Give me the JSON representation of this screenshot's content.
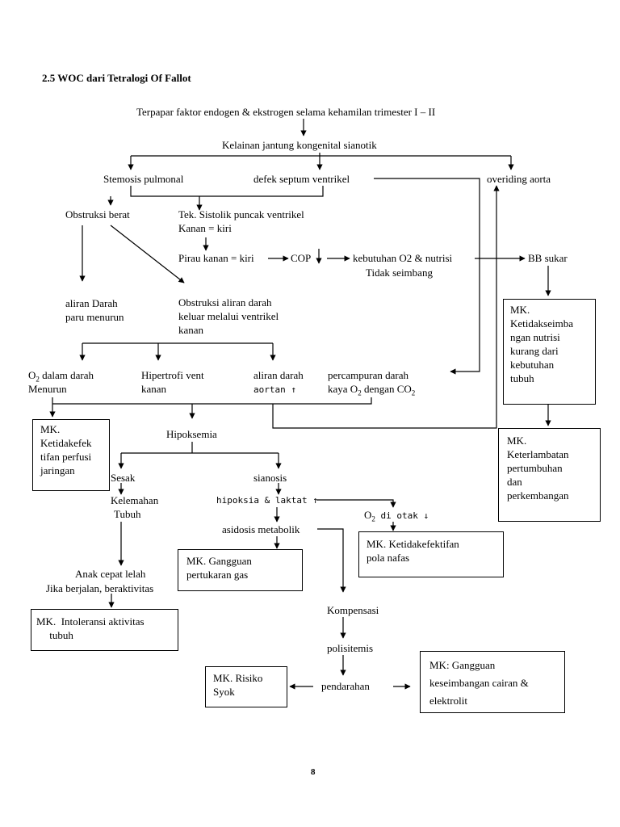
{
  "heading": "2.5 WOC dari Tetralogi Of Fallot",
  "page_number": "8",
  "nodes": {
    "terpapar": "Terpapar faktor endogen & ekstrogen selama kehamilan trimester I – II",
    "kelainan": "Kelainan jantung kongenital sianotik",
    "stenosis": "Stemosis pulmonal",
    "defek": "defek septum ventrikel",
    "overiding": "overiding aorta",
    "obstruksi_berat": "Obstruksi berat",
    "tek_sistolik_1": "Tek. Sistolik puncak ventrikel",
    "tek_sistolik_2": "Kanan = kiri",
    "pirau": "Pirau kanan = kiri",
    "cop": "COP",
    "kebutuhan_1": "kebutuhan O2 & nutrisi",
    "kebutuhan_2": "Tidak seimbang",
    "bb_sukar": "BB sukar",
    "aliran_paru_1": "aliran Darah",
    "aliran_paru_2": "paru menurun",
    "obstruksi_aliran_1": "Obstruksi aliran darah",
    "obstruksi_aliran_2": "keluar melalui ventrikel",
    "obstruksi_aliran_3": "kanan",
    "o2_dalam_a": "O",
    "o2_dalam_sub": "2",
    "o2_dalam_b": " dalam darah",
    "o2_dalam_2": "Menurun",
    "hipertrofi_1": "Hipertrofi vent",
    "hipertrofi_2": "kanan",
    "aliran_aortan_1": "aliran darah",
    "aliran_aortan_2": "aortan ↑",
    "percampuran_1": "percampuran darah",
    "percampuran_2a": "kaya O",
    "percampuran_2sub": "2",
    "percampuran_2b": " dengan CO",
    "percampuran_2sub2": "2",
    "hipoksemia": "Hipoksemia",
    "sesak": "Sesak",
    "sianosis": "sianosis",
    "kelemahan_1": "Kelemahan",
    "kelemahan_2": "Tubuh",
    "hipoksia": "hipoksia & laktat ↑",
    "o2_otak_a": "O",
    "o2_otak_sub": "2",
    "o2_otak_b": " di otak ↓",
    "asidosis": "asidosis metabolik",
    "anak_1": "Anak cepat lelah",
    "anak_2": "Jika berjalan, beraktivitas",
    "kompensasi": "Kompensasi",
    "polisitemis": "polisitemis",
    "pendarahan": "pendarahan"
  },
  "boxes": {
    "mk_nutrisi": [
      "MK.",
      "Ketidakseimba",
      "ngan nutrisi",
      "kurang dari",
      "kebutuhan",
      "tubuh"
    ],
    "mk_perfusi": [
      "MK.",
      "Ketidakefek",
      "tifan perfusi",
      "jaringan"
    ],
    "mk_tumbuh": [
      "MK.",
      "Keterlambatan",
      "pertumbuhan",
      "dan",
      "perkembangan"
    ],
    "mk_gas": [
      "MK.  Gangguan",
      "pertukaran gas"
    ],
    "mk_nafas": [
      "MK. Ketidakefektifan",
      "pola nafas"
    ],
    "mk_aktivitas": [
      "MK.  Intoleransi aktivitas",
      "     tubuh"
    ],
    "mk_syok": [
      "MK. Risiko",
      "Syok"
    ],
    "mk_cairan": [
      "MK: Gangguan",
      "keseimbangan cairan &",
      "elektrolit"
    ]
  },
  "colors": {
    "ink": "#000000",
    "paper": "#ffffff"
  }
}
